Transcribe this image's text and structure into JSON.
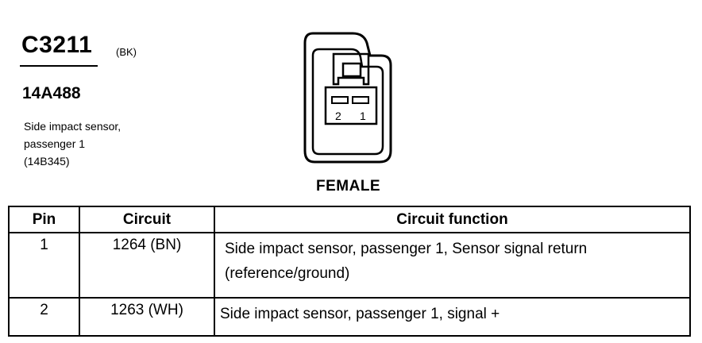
{
  "connector": {
    "id": "C3211",
    "color": "(BK)",
    "part_number": "14A488",
    "description_lines": [
      "Side impact sensor,",
      "passenger 1",
      "(14B345)"
    ],
    "gender": "FEMALE",
    "pin_labels": [
      "2",
      "1"
    ]
  },
  "table": {
    "headers": [
      "Pin",
      "Circuit",
      "Circuit function"
    ],
    "rows": [
      {
        "pin": "1",
        "circuit": "1264 (BN)",
        "function_lines": [
          "Side impact sensor, passenger 1, Sensor signal return",
          "(reference/ground)"
        ]
      },
      {
        "pin": "2",
        "circuit": "1263 (WH)",
        "function_lines": [
          "Side impact sensor, passenger 1, signal +"
        ]
      }
    ]
  }
}
